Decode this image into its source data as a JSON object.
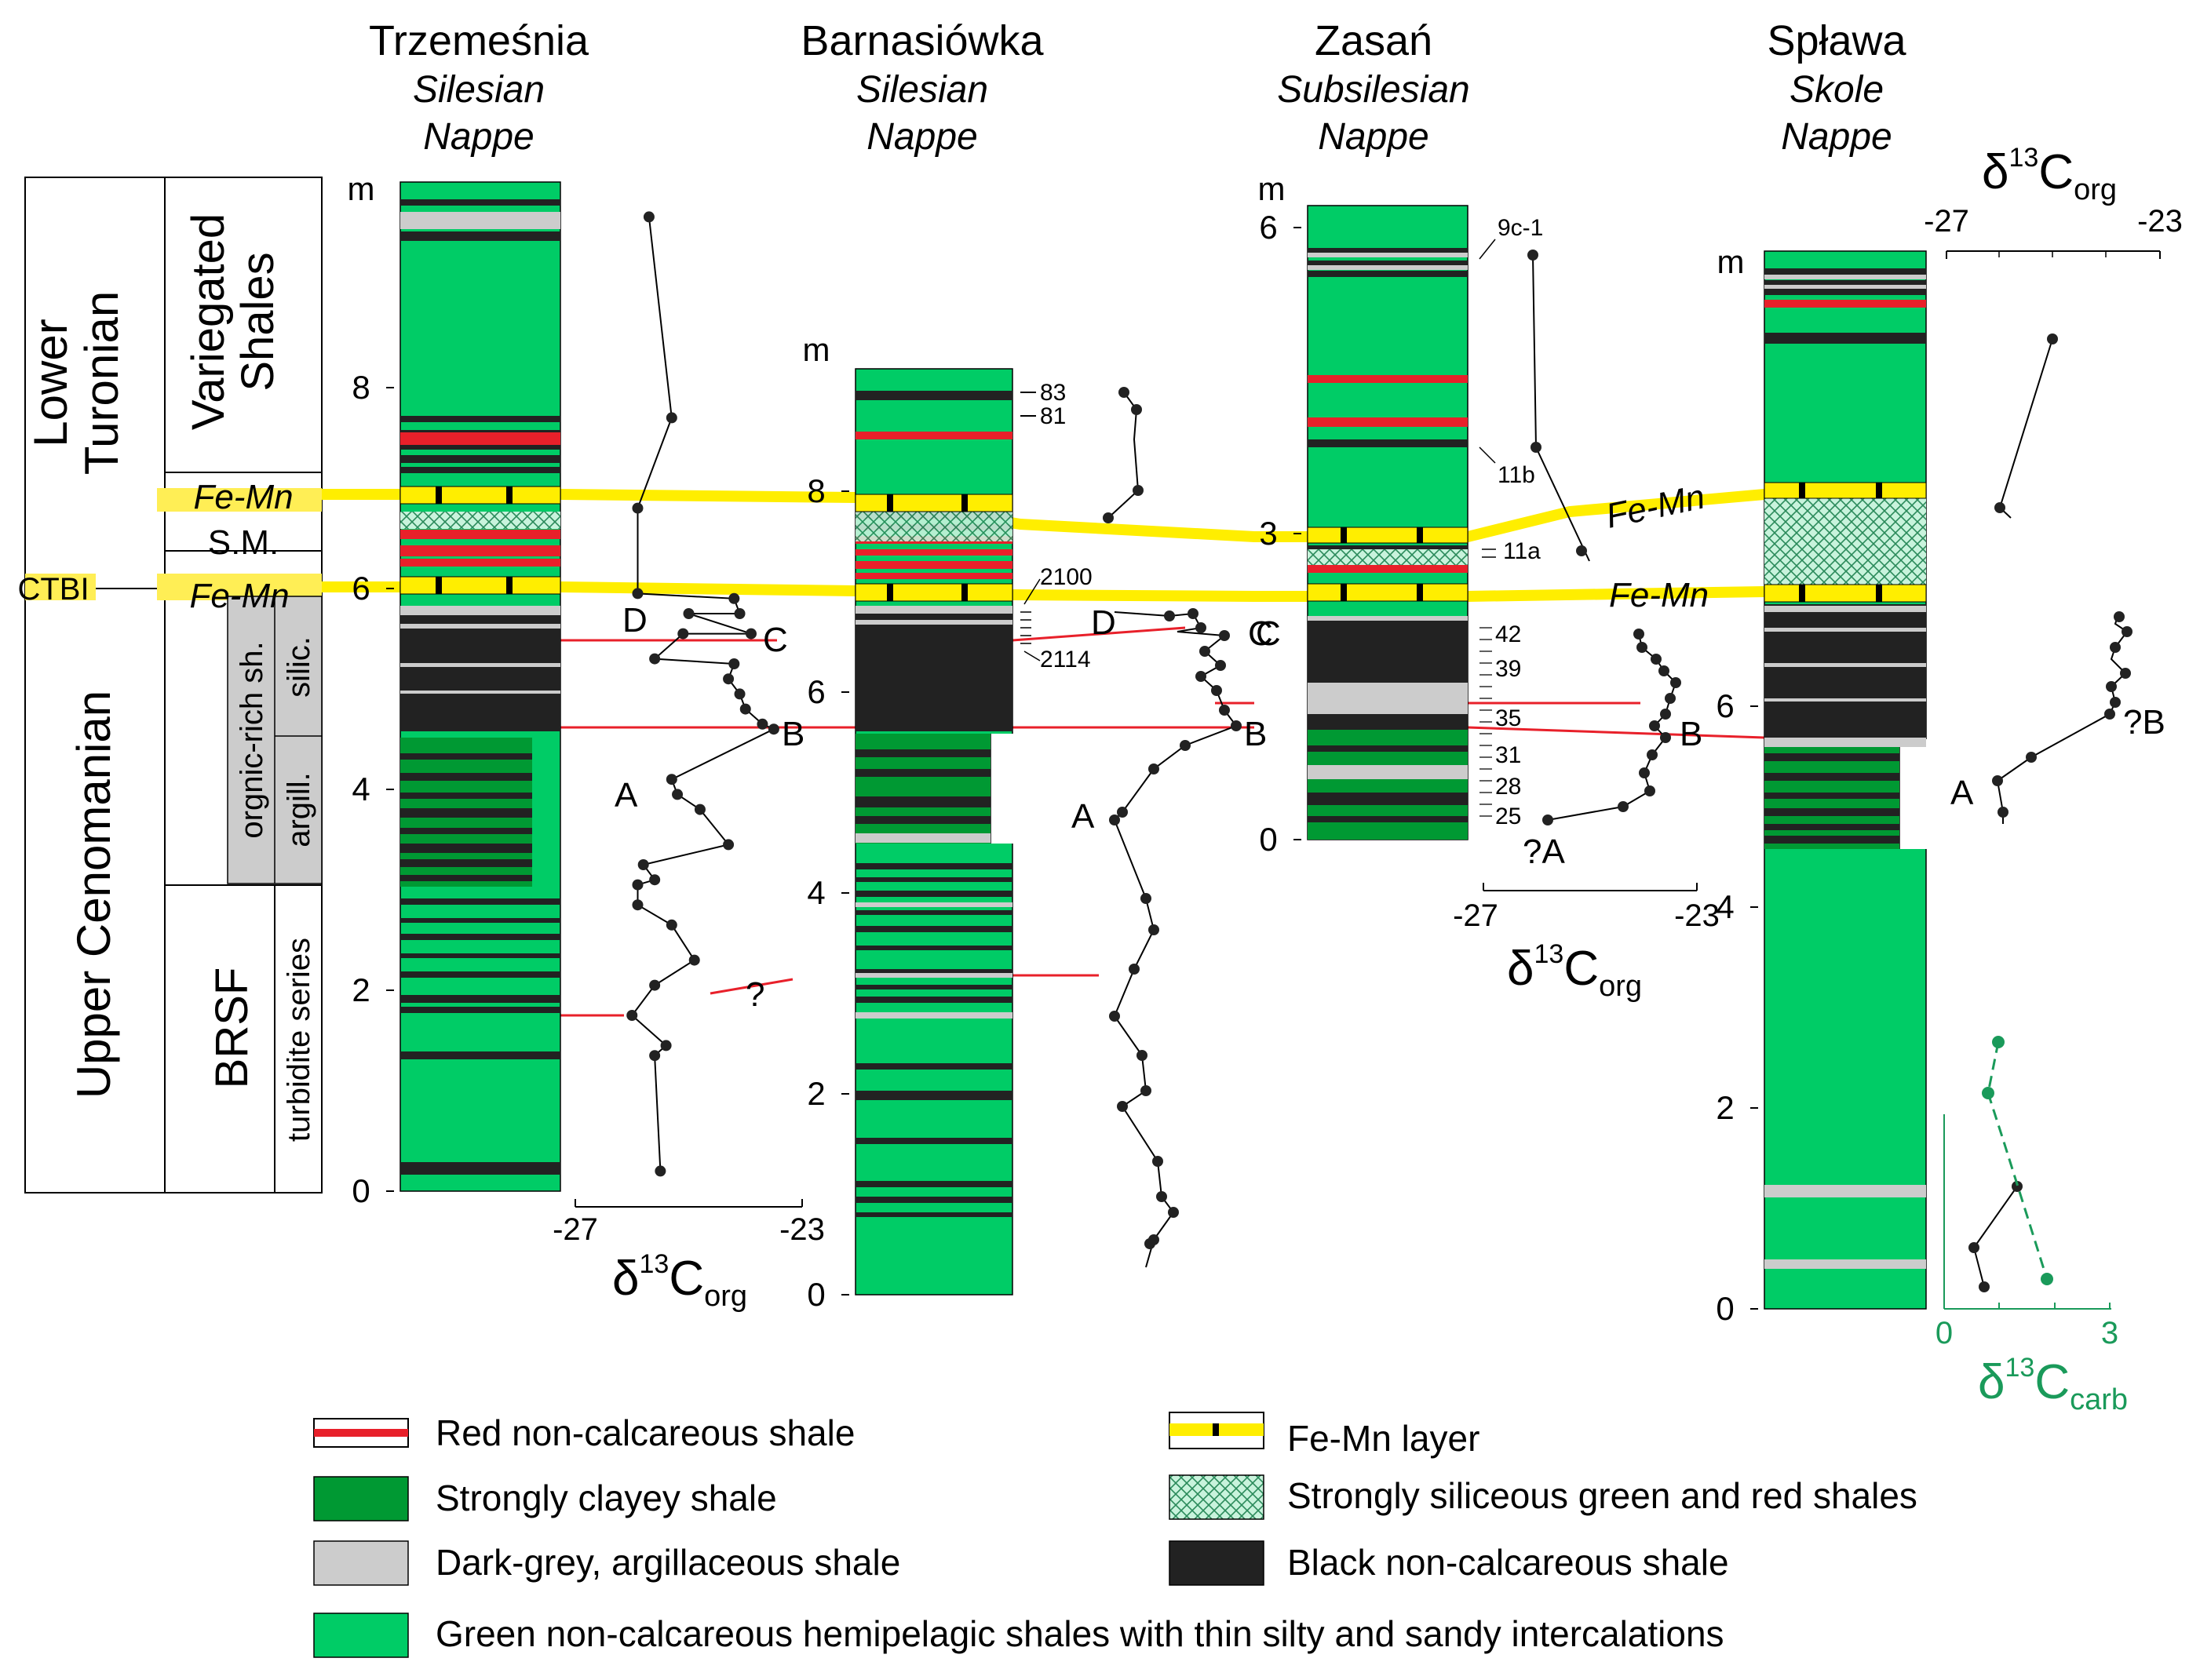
{
  "columns": [
    {
      "title": "Trzemeśnia",
      "unit_line1": "Silesian",
      "unit_line2": "Nappe",
      "unit": "m",
      "scale_ticks": [
        {
          "v": 0,
          "label": "0"
        },
        {
          "v": 2,
          "label": "2"
        },
        {
          "v": 4,
          "label": "4"
        },
        {
          "v": 6,
          "label": "6"
        },
        {
          "v": 8,
          "label": "8"
        }
      ],
      "delta_axis": {
        "min": -27,
        "max": -23,
        "min_label": "-27",
        "max_label": "-23",
        "label_main": "δ",
        "label_sup": "13",
        "label_sub": "C",
        "label_subscript": "org"
      },
      "curve_points": [
        [
          -25.7,
          9.7
        ],
        [
          -25.3,
          7.7
        ],
        [
          -25.9,
          6.8
        ],
        [
          -25.9,
          5.95
        ],
        [
          -24.2,
          5.9
        ],
        [
          -24.1,
          5.75
        ],
        [
          -25.0,
          5.75
        ],
        [
          -23.9,
          5.55
        ],
        [
          -25.1,
          5.55
        ],
        [
          -25.6,
          5.3
        ],
        [
          -24.2,
          5.25
        ],
        [
          -24.3,
          5.1
        ],
        [
          -24.1,
          4.95
        ],
        [
          -24.0,
          4.8
        ],
        [
          -23.7,
          4.65
        ],
        [
          -23.5,
          4.6
        ],
        [
          -25.3,
          4.1
        ],
        [
          -25.2,
          3.95
        ],
        [
          -24.8,
          3.8
        ],
        [
          -24.3,
          3.45
        ],
        [
          -25.8,
          3.25
        ],
        [
          -25.6,
          3.1
        ],
        [
          -25.9,
          3.05
        ],
        [
          -25.9,
          2.85
        ],
        [
          -25.3,
          2.65
        ],
        [
          -24.9,
          2.3
        ],
        [
          -25.6,
          2.05
        ],
        [
          -26.0,
          1.75
        ],
        [
          -25.4,
          1.45
        ],
        [
          -25.6,
          1.35
        ],
        [
          -25.5,
          0.2
        ]
      ],
      "labels": [
        {
          "text": "D"
        },
        {
          "text": "C"
        },
        {
          "text": "B"
        },
        {
          "text": "A"
        },
        {
          "text": "?"
        }
      ]
    },
    {
      "title": "Barnasiówka",
      "unit_line1": "Silesian",
      "unit_line2": "Nappe",
      "unit": "m",
      "scale_ticks": [
        {
          "v": 0,
          "label": "0"
        },
        {
          "v": 2,
          "label": "2"
        },
        {
          "v": 4,
          "label": "4"
        },
        {
          "v": 6,
          "label": "6"
        },
        {
          "v": 8,
          "label": "8"
        }
      ],
      "sample_labels": [
        "83",
        "81",
        "2100",
        "2114"
      ],
      "labels": [
        {
          "text": "D"
        },
        {
          "text": "C"
        },
        {
          "text": "B"
        },
        {
          "text": "A"
        }
      ]
    },
    {
      "title": "Zasań",
      "unit_line1": "Subsilesian",
      "unit_line2": "Nappe",
      "unit": "m",
      "scale_ticks": [
        {
          "v": 0,
          "label": "0"
        },
        {
          "v": 3,
          "label": "3"
        },
        {
          "v": 6,
          "label": "6"
        }
      ],
      "sample_labels": [
        "9c-1",
        "11b",
        "11a",
        "42",
        "39",
        "35",
        "31",
        "28",
        "25"
      ],
      "delta_axis": {
        "min": -27,
        "max": -23,
        "min_label": "-27",
        "max_label": "-23",
        "label_main": "δ",
        "label_sup": "13",
        "label_sub": "C",
        "label_subscript": "org"
      },
      "labels": [
        {
          "text": "C"
        },
        {
          "text": "B"
        },
        {
          "text": "?A"
        }
      ]
    },
    {
      "title": "Spława",
      "unit_line1": "Skole",
      "unit_line2": "Nappe",
      "unit": "m",
      "scale_ticks": [
        {
          "v": 0,
          "label": "0"
        },
        {
          "v": 2,
          "label": "2"
        },
        {
          "v": 4,
          "label": "4"
        },
        {
          "v": 6,
          "label": "6"
        }
      ],
      "delta_axis": {
        "min": -27,
        "max": -23,
        "min_label": "-27",
        "max_label": "-23",
        "label_main": "δ",
        "label_sup": "13",
        "label_sub": "C",
        "label_subscript": "org"
      },
      "carb_axis": {
        "min": 0,
        "max": 3,
        "min_label": "0",
        "max_label": "3",
        "label_main": "δ",
        "label_sup": "13",
        "label_sub": "C",
        "label_subscript": "carb"
      },
      "labels": [
        {
          "text": "?B"
        },
        {
          "text": "A"
        }
      ]
    }
  ],
  "strat_chart": {
    "lower_turonian": [
      "Lower",
      "Turonian"
    ],
    "upper_cenomanian": "Upper Cenomanian",
    "variegated_shales": [
      "Variegated",
      "Shales"
    ],
    "fe_mn_top": "Fe-Mn",
    "sm": "S.M.",
    "ctbi": "CTBI",
    "fe_mn_bottom": "Fe-Mn",
    "organic_rich": "orgnic-rich sh.",
    "silic": "silic.",
    "argill": "argill.",
    "brsf": "BRSF",
    "turbidite": "turbidite series"
  },
  "correlation_labels": {
    "fe_mn_upper": "Fe-Mn",
    "fe_mn_lower": "Fe-Mn"
  },
  "legend": {
    "red_shale": "Red non-calcareous shale",
    "clayey_shale": "Strongly clayey shale",
    "dark_grey": "Dark-grey, argillaceous shale",
    "green_hemipelagic": "Green non-calcareous hemipelagic shales with thin silty and sandy intercalations",
    "fe_mn_layer": "Fe-Mn layer",
    "siliceous": "Strongly siliceous green and red shales",
    "black_shale": "Black non-calcareous shale"
  },
  "colors": {
    "green": "#00cc66",
    "dark_green": "#009933",
    "grey": "#cccccc",
    "black": "#222222",
    "red": "#e8202a",
    "yellow": "#ffee00",
    "carb": "#1a9a5a",
    "hatch": "#bff0d6"
  }
}
